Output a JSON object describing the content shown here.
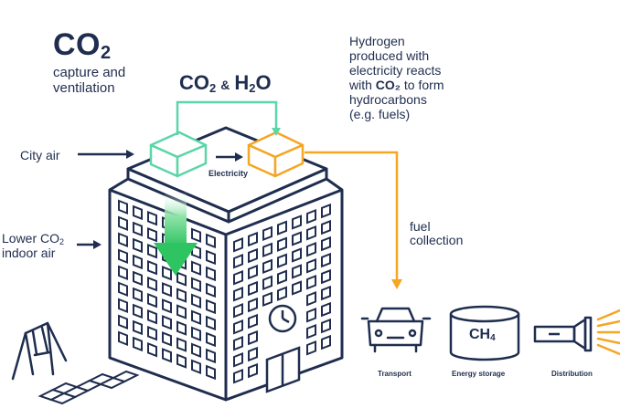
{
  "title": {
    "co2": "CO",
    "co2_sub": "2"
  },
  "subtitle": {
    "line1": "capture and",
    "line2": "ventilation"
  },
  "molecules": {
    "co2": "CO",
    "co2_sub": "2",
    "amp": "&",
    "h2o_h": "H",
    "h2o_sub": "2",
    "h2o_o": "O"
  },
  "hydrogen_text": {
    "line1": "Hydrogen",
    "line2": "produced with",
    "line3": "electricity reacts",
    "line4_pre": "with ",
    "line4_bold": "CO₂",
    "line4_post": " to form",
    "line5": "hydrocarbons",
    "line6": "(e.g. fuels)"
  },
  "labels": {
    "city_air": "City air",
    "lower_line1_pre": "Lower CO",
    "lower_line1_sub": "2",
    "lower_line2": "indoor air",
    "electricity": "Electricity",
    "fuel_line1": "fuel",
    "fuel_line2": "collection"
  },
  "uses": {
    "transport": "Transport",
    "energy_storage": "Energy storage",
    "distribution": "Distribution",
    "tank_label": "CH",
    "tank_sub": "4"
  },
  "colors": {
    "navy": "#1f2d4f",
    "teal": "#5bd6a8",
    "orange": "#f5a623",
    "green": "#4cd07c"
  }
}
